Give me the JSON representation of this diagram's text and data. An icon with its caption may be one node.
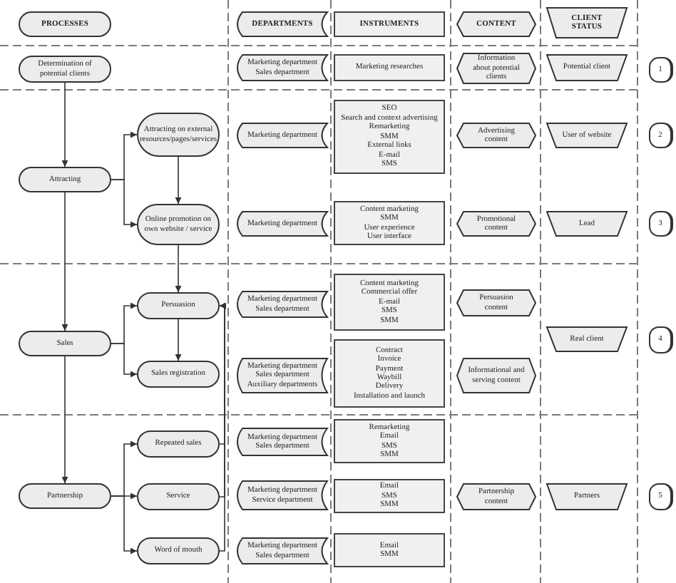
{
  "diagram": {
    "nodes": [
      {
        "text": [
          "PROCESSES"
        ]
      },
      {
        "text": [
          "DEPARTMENTS"
        ]
      },
      {
        "text": [
          "INSTRUMENTS"
        ]
      },
      {
        "text": [
          "CONTENT"
        ]
      },
      {
        "text": [
          "CLIENT STATUS"
        ]
      },
      {
        "text": [
          "Determination of potential clients"
        ]
      },
      {
        "text": [
          "Marketing department",
          "Sales department"
        ]
      },
      {
        "text": [
          "Marketing researches"
        ]
      },
      {
        "text": [
          "Information about potential clients"
        ]
      },
      {
        "text": [
          "Potential client"
        ]
      },
      {
        "text": [
          "1"
        ]
      },
      {
        "text": [
          "Attracting on external resources/pages/services"
        ]
      },
      {
        "text": [
          "Marketing department"
        ]
      },
      {
        "text": [
          "SEO",
          "Search and context advertising",
          "Remarketing",
          "SMM",
          "External links",
          "E-mail",
          "SMS"
        ]
      },
      {
        "text": [
          "Advertising content"
        ]
      },
      {
        "text": [
          "User of website"
        ]
      },
      {
        "text": [
          "2"
        ]
      },
      {
        "text": [
          "Attracting"
        ]
      },
      {
        "text": [
          "Online promotion on own website / service"
        ]
      },
      {
        "text": [
          "Marketing department"
        ]
      },
      {
        "text": [
          "Content marketing",
          "SMM",
          "User experience",
          "User interface"
        ]
      },
      {
        "text": [
          "Promotional content"
        ]
      },
      {
        "text": [
          "Lead"
        ]
      },
      {
        "text": [
          "3"
        ]
      },
      {
        "text": [
          "Persuasion"
        ]
      },
      {
        "text": [
          "Marketing department",
          "Sales department"
        ]
      },
      {
        "text": [
          "Content marketing",
          "Commercial offer",
          "E-mail",
          "SMS",
          "SMM"
        ]
      },
      {
        "text": [
          "Persuasion content"
        ]
      },
      {
        "text": [
          "Sales"
        ]
      },
      {
        "text": [
          "Real client"
        ]
      },
      {
        "text": [
          "4"
        ]
      },
      {
        "text": [
          "Sales registration"
        ]
      },
      {
        "text": [
          "Marketing department",
          "Sales department",
          "Auxiliary departments"
        ]
      },
      {
        "text": [
          "Contract",
          "Invoice",
          "Payment",
          "Waybill",
          "Delivery",
          "Installation and launch"
        ]
      },
      {
        "text": [
          "Informational and serving content"
        ]
      },
      {
        "text": [
          "Repeated sales"
        ]
      },
      {
        "text": [
          "Marketing department",
          "Sales department"
        ]
      },
      {
        "text": [
          "Remarketing",
          "Email",
          "SMS",
          "SMM"
        ]
      },
      {
        "text": [
          "Partnership"
        ]
      },
      {
        "text": [
          "Service"
        ]
      },
      {
        "text": [
          "Marketing department",
          "Service department"
        ]
      },
      {
        "text": [
          "Email",
          "SMS",
          "SMM"
        ]
      },
      {
        "text": [
          "Partnership content"
        ]
      },
      {
        "text": [
          "Partners"
        ]
      },
      {
        "text": [
          "5"
        ]
      },
      {
        "text": [
          "Word of mouth"
        ]
      },
      {
        "text": [
          "Marketing department",
          "Sales department"
        ]
      },
      {
        "text": [
          "Email",
          "SMM"
        ]
      }
    ],
    "edges": [
      {
        "from": 5,
        "to": 17,
        "arrow": "to"
      },
      {
        "from": 17,
        "to": 11,
        "arrow": "to"
      },
      {
        "from": 17,
        "to": 18,
        "arrow": "to"
      },
      {
        "from": 11,
        "to": 18,
        "arrow": "to"
      },
      {
        "from": 17,
        "to": 28,
        "arrow": "to"
      },
      {
        "from": 18,
        "to": 24,
        "arrow": "to"
      },
      {
        "from": 28,
        "to": 24,
        "arrow": "to"
      },
      {
        "from": 28,
        "to": 31,
        "arrow": "to"
      },
      {
        "from": 24,
        "to": 31,
        "arrow": "to"
      },
      {
        "from": 28,
        "to": 38,
        "arrow": "to"
      },
      {
        "from": 38,
        "to": 35,
        "arrow": "to"
      },
      {
        "from": 38,
        "to": 39,
        "arrow": "to"
      },
      {
        "from": 38,
        "to": 45,
        "arrow": "to"
      },
      {
        "from": 35,
        "to": 24,
        "arrow": "to"
      },
      {
        "from": 39,
        "to": 24,
        "arrow": "to"
      },
      {
        "from": 45,
        "to": 24,
        "arrow": "to"
      }
    ]
  }
}
